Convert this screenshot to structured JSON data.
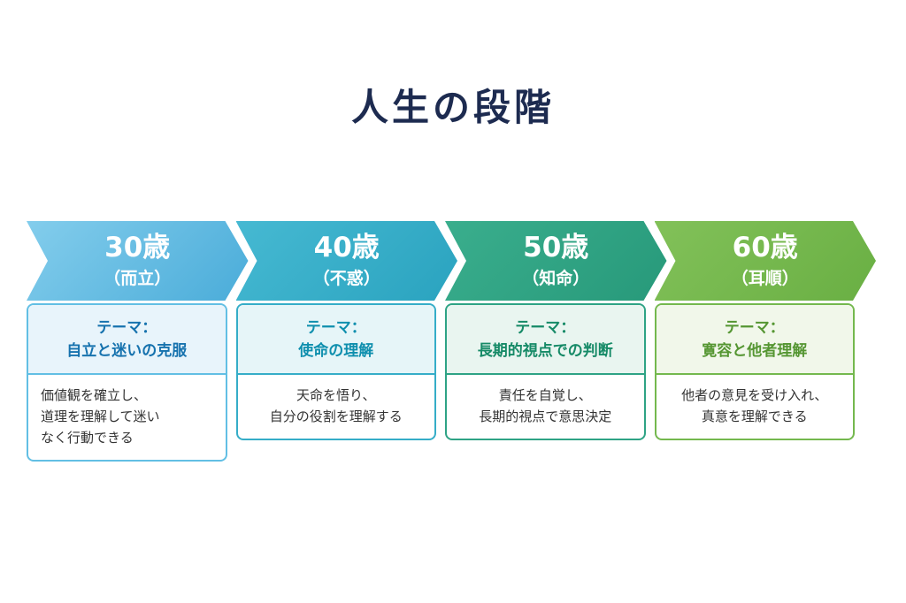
{
  "title": {
    "text": "人生の段階",
    "color": "#1d2b50"
  },
  "stages": [
    {
      "age": "30歳",
      "label": "（而立）",
      "theme_label": "テーマ：",
      "theme": "自立と迷いの克服",
      "description": "価値観を確立し、\n道理を理解して迷い\nなく行動できる",
      "colors": {
        "arrow_top": "#83cdec",
        "arrow_bottom": "#4aacd9",
        "border": "#62bfe4",
        "tint": "#e8f4fb",
        "theme_text": "#1672ae"
      }
    },
    {
      "age": "40歳",
      "label": "（不惑）",
      "theme_label": "テーマ：",
      "theme": "使命の理解",
      "description": "天命を悟り、\n自分の役割を理解する",
      "colors": {
        "arrow_top": "#46b9d2",
        "arrow_bottom": "#2aa3bf",
        "border": "#35adc8",
        "tint": "#e6f5f8",
        "theme_text": "#0f8fae"
      }
    },
    {
      "age": "50歳",
      "label": "（知命）",
      "theme_label": "テーマ：",
      "theme": "長期的視点での判断",
      "description": "責任を自覚し、\n長期的視点で意思決定",
      "colors": {
        "arrow_top": "#3aae8d",
        "arrow_bottom": "#27997a",
        "border": "#2ea385",
        "tint": "#e9f5f0",
        "theme_text": "#168a67"
      }
    },
    {
      "age": "60歳",
      "label": "（耳順）",
      "theme_label": "テーマ：",
      "theme": "寛容と他者理解",
      "description": "他者の意見を受け入れ、\n真意を理解できる",
      "colors": {
        "arrow_top": "#82c159",
        "arrow_bottom": "#69af43",
        "border": "#74b84e",
        "tint": "#f1f7ea",
        "theme_text": "#559632"
      }
    }
  ]
}
